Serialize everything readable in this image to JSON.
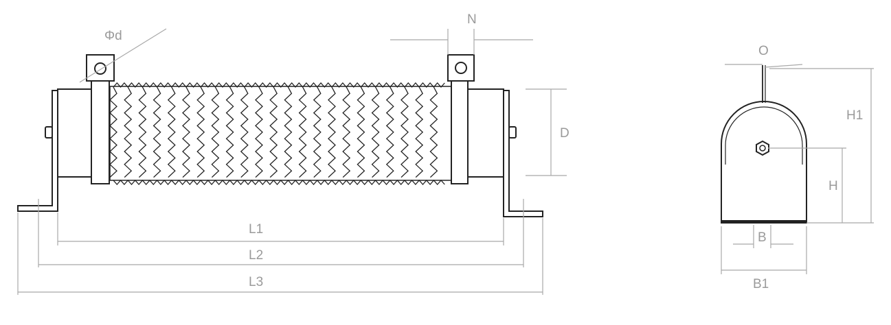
{
  "labels": {
    "phi_d": "Φd",
    "N": "N",
    "D": "D",
    "L1": "L1",
    "L2": "L2",
    "L3": "L3",
    "O": "O",
    "H1": "H1",
    "H": "H",
    "B": "B",
    "B1": "B1"
  },
  "colors": {
    "outline": "#222222",
    "dimension": "#a8a8a8"
  }
}
